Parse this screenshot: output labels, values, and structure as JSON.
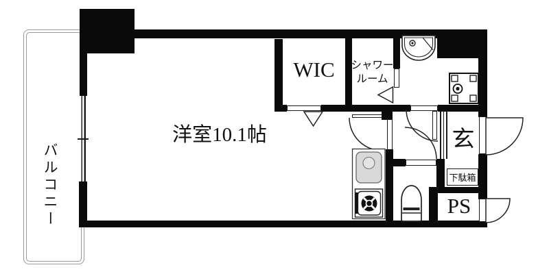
{
  "rooms": {
    "balcony": {
      "label": "バルコニー"
    },
    "main_room": {
      "label": "洋室10.1帖"
    },
    "wic": {
      "label": "WIC"
    },
    "shower_room": {
      "label_line1": "シャワー",
      "label_line2": "ルーム"
    },
    "entrance": {
      "label": "玄"
    },
    "shoe_cabinet": {
      "label": "下駄箱"
    },
    "pipe_space": {
      "label": "PS"
    }
  },
  "fixtures": [
    "washbasin-icon",
    "washing-machine-pan-icon",
    "kitchen-sink-icon",
    "gas-stove-icon",
    "toilet-icon"
  ],
  "colors": {
    "wall": "#0a0a0a",
    "background": "#ffffff",
    "ink": "#111111",
    "sink_fill": "#d9d9d9",
    "balcony_line": "#999999"
  }
}
